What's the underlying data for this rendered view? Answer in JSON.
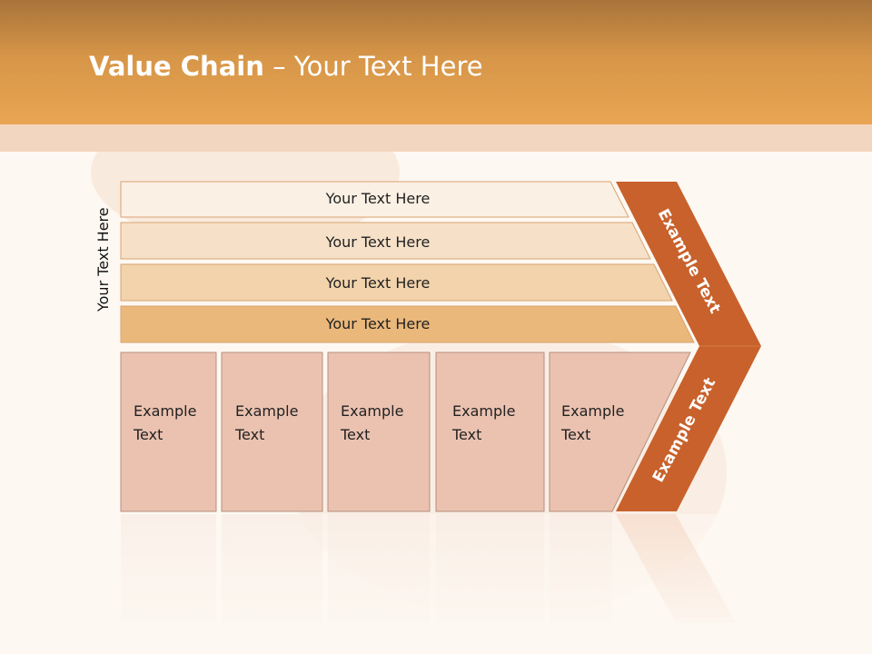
{
  "slide": {
    "title_bold": "Value Chain",
    "title_rest": " – Your Text Here",
    "side_label": "Your Text Here",
    "rows": [
      "Your Text Here",
      "Your Text Here",
      "Your Text Here",
      "Your Text Here"
    ],
    "columns": [
      {
        "line1": "Example",
        "line2": "Text"
      },
      {
        "line1": "Example",
        "line2": "Text"
      },
      {
        "line1": "Example",
        "line2": "Text"
      },
      {
        "line1": "Example",
        "line2": "Text"
      },
      {
        "line1": "Example",
        "line2": "Text"
      }
    ],
    "arrow_top": "Example Text",
    "arrow_bottom": "Example Text"
  },
  "colors": {
    "row_fills": [
      "#fbf0e4",
      "#f6e1c8",
      "#f2d3ac",
      "#eab87a"
    ],
    "column_fill": "#ebc2b0",
    "arrow_fill": "#c8612b"
  }
}
